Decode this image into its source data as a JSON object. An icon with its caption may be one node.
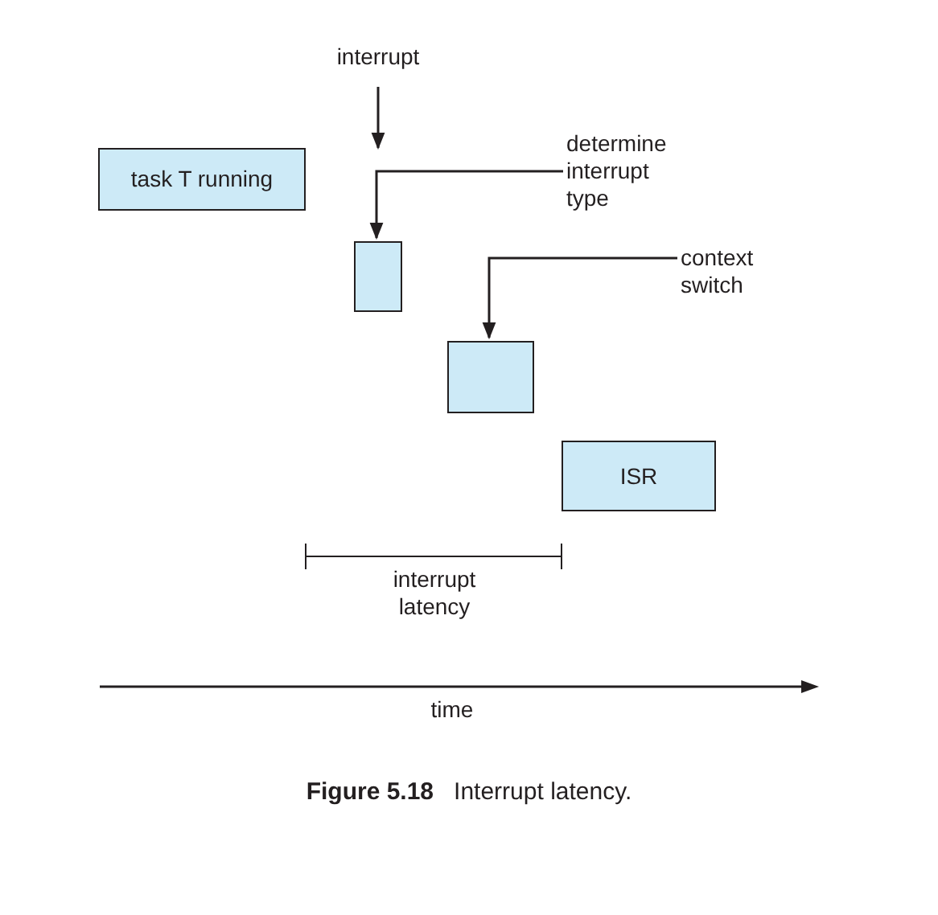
{
  "diagram": {
    "caption": "**Figure 5.18**   Interrupt latency.",
    "nodes": [
      {
        "text": [
          "interrupt"
        ]
      },
      {
        "text": [
          "determine interrupt type"
        ]
      },
      {
        "text": [
          "task T running"
        ]
      },
      {
        "text": [],
        "shape": "box"
      },
      {
        "text": [
          "context switch"
        ]
      },
      {
        "text": [],
        "shape": "box"
      },
      {
        "text": [
          "ISR"
        ]
      }
    ],
    "edges": [
      {
        "from": 0,
        "to": null,
        "arrow": "to"
      },
      {
        "from": 1,
        "to": 3,
        "arrow": "to"
      },
      {
        "from": 4,
        "to": 5,
        "arrow": "to"
      }
    ],
    "labels": [
      "interrupt latency",
      "time"
    ]
  }
}
